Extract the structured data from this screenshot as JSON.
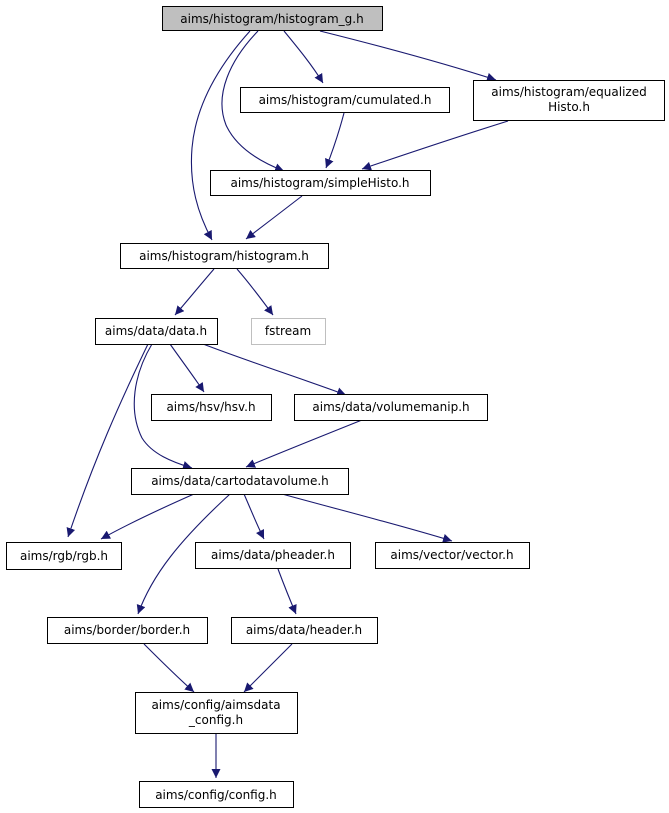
{
  "colors": {
    "edge": "#191970",
    "root_fill": "#bfbfbf",
    "external_stroke": "#bfbfbf"
  },
  "nodes": {
    "histogram_g": {
      "lines": [
        "aims/histogram/histogram_g.h"
      ]
    },
    "cumulated": {
      "lines": [
        "aims/histogram/cumulated.h"
      ]
    },
    "equalizedHisto": {
      "lines": [
        "aims/histogram/equalized",
        "Histo.h"
      ]
    },
    "simpleHisto": {
      "lines": [
        "aims/histogram/simpleHisto.h"
      ]
    },
    "histogram": {
      "lines": [
        "aims/histogram/histogram.h"
      ]
    },
    "data": {
      "lines": [
        "aims/data/data.h"
      ]
    },
    "fstream": {
      "lines": [
        "fstream"
      ]
    },
    "hsv": {
      "lines": [
        "aims/hsv/hsv.h"
      ]
    },
    "volumemanip": {
      "lines": [
        "aims/data/volumemanip.h"
      ]
    },
    "cartodatavolume": {
      "lines": [
        "aims/data/cartodatavolume.h"
      ]
    },
    "rgb": {
      "lines": [
        "aims/rgb/rgb.h"
      ]
    },
    "pheader": {
      "lines": [
        "aims/data/pheader.h"
      ]
    },
    "vector": {
      "lines": [
        "aims/vector/vector.h"
      ]
    },
    "border": {
      "lines": [
        "aims/border/border.h"
      ]
    },
    "header": {
      "lines": [
        "aims/data/header.h"
      ]
    },
    "aimsdata_config": {
      "lines": [
        "aims/config/aimsdata",
        "_config.h"
      ]
    },
    "config": {
      "lines": [
        "aims/config/config.h"
      ]
    }
  }
}
